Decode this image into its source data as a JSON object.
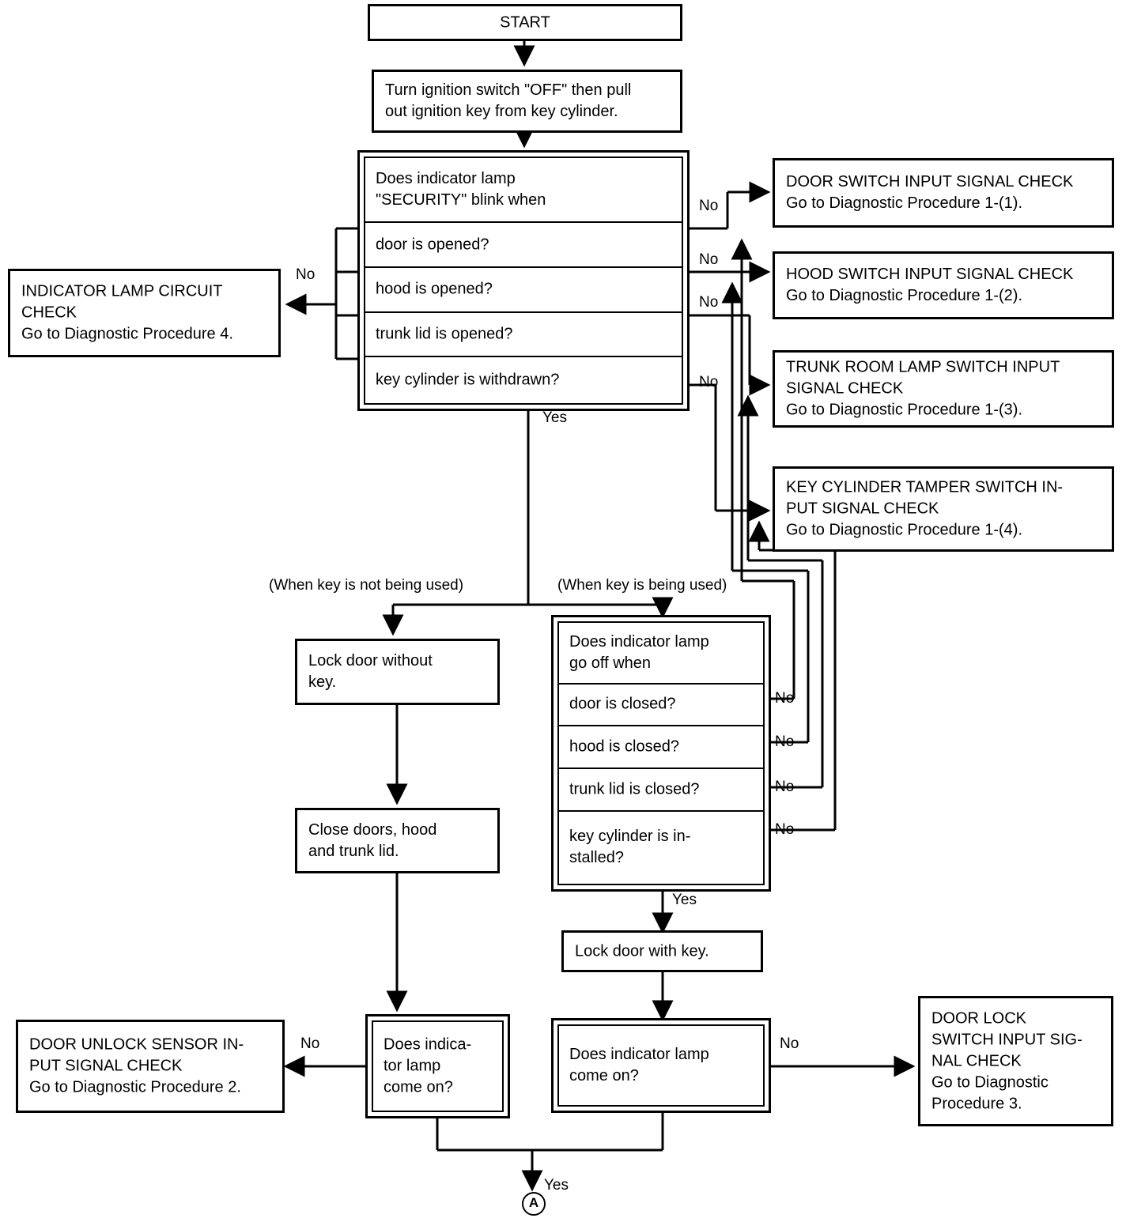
{
  "diagram": {
    "title": "Security system diagnostic flowchart",
    "connector_label": "A",
    "yes_label": "Yes",
    "no_label": "No"
  },
  "nodes": {
    "start": {
      "text": "START"
    },
    "ignition": {
      "text": "Turn ignition switch \"OFF\" then pull\nout ignition key from key cylinder."
    },
    "blink_decision": {
      "header": "Does indicator lamp\n\"SECURITY\" blink when",
      "rows": [
        {
          "text": "door is opened?"
        },
        {
          "text": "hood is opened?"
        },
        {
          "text": "trunk lid is opened?"
        },
        {
          "text": "key cylinder is withdrawn?"
        }
      ],
      "yes_label": "Yes",
      "no_labels": [
        "No",
        "No",
        "No",
        "No"
      ],
      "left_no_label": "No"
    },
    "indicator_lamp_circuit_check": {
      "text": "INDICATOR LAMP CIRCUIT\nCHECK\nGo to Diagnostic Procedure 4."
    },
    "door_switch_check": {
      "text": "DOOR SWITCH INPUT SIGNAL CHECK\nGo to Diagnostic Procedure 1-(1)."
    },
    "hood_switch_check": {
      "text": "HOOD SWITCH INPUT SIGNAL CHECK\nGo to Diagnostic Procedure 1-(2)."
    },
    "trunk_room_lamp_check": {
      "text": "TRUNK ROOM LAMP SWITCH INPUT\nSIGNAL CHECK\nGo to Diagnostic Procedure 1-(3)."
    },
    "key_cylinder_tamper_check": {
      "text": "KEY CYLINDER TAMPER SWITCH IN-\nPUT SIGNAL CHECK\nGo to Diagnostic Procedure 1-(4)."
    },
    "branch_no_key": {
      "text": "(When key is not being used)"
    },
    "branch_with_key": {
      "text": "(When key is being used)"
    },
    "lock_door_without_key": {
      "text": "Lock door without\nkey."
    },
    "close_doors": {
      "text": "Close doors, hood\nand trunk lid."
    },
    "gooff_decision": {
      "header": "Does indicator lamp\ngo off when",
      "rows": [
        {
          "text": "door is closed?"
        },
        {
          "text": "hood is closed?"
        },
        {
          "text": "trunk lid is closed?"
        },
        {
          "text": "key cylinder is in-\nstalled?"
        }
      ],
      "yes_label": "Yes",
      "no_labels": [
        "No",
        "No",
        "No",
        "No"
      ]
    },
    "lock_door_with_key": {
      "text": "Lock door with key."
    },
    "lamp_on_left": {
      "text": "Does indica-\ntor lamp\ncome on?"
    },
    "lamp_on_right": {
      "text": "Does indicator lamp\ncome on?"
    },
    "door_unlock_sensor_check": {
      "text": "DOOR UNLOCK SENSOR IN-\nPUT SIGNAL CHECK\nGo to Diagnostic Procedure 2."
    },
    "door_lock_switch_check": {
      "text": "DOOR LOCK\nSWITCH INPUT SIG-\nNAL CHECK\nGo to Diagnostic\nProcedure 3."
    },
    "lamp_on_left_no": {
      "text": "No"
    },
    "lamp_on_right_no": {
      "text": "No"
    },
    "bottom_yes": {
      "text": "Yes"
    }
  },
  "colors": {
    "line": "#000000",
    "background": "#ffffff"
  }
}
